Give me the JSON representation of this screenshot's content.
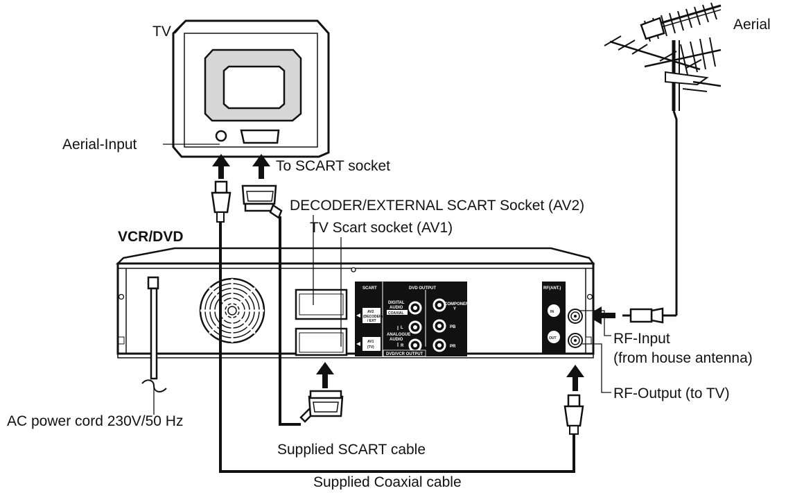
{
  "labels": {
    "tv": "TV",
    "aerial": "Aerial",
    "aerial_input": "Aerial-Input",
    "to_scart_socket": "To SCART socket",
    "decoder_scart": "DECODER/EXTERNAL SCART Socket (AV2)",
    "tv_scart": "TV Scart socket (AV1)",
    "vcr_dvd": "VCR/DVD",
    "rf_input": "RF-Input",
    "rf_input_sub": "(from house antenna)",
    "rf_output": "RF-Output (to TV)",
    "ac_power": "AC power cord 230V/50 Hz",
    "scart_cable": "Supplied SCART cable",
    "coax_cable": "Supplied Coaxial cable"
  },
  "panel": {
    "scart": "SCART",
    "dvd_output": "DVD OUTPUT",
    "av2": "AV2",
    "decoder": "(DECODER)",
    "ext": "/ EXT",
    "av1": "AV1",
    "tv": "(TV)",
    "digital": "DIGITAL",
    "audio": "AUDIO",
    "coaxial": "COAXIAL",
    "analogue": "ANALOGUE",
    "audio2": "AUDIO",
    "l": "L",
    "r": "R",
    "component": "COMPONENT",
    "y": "Y",
    "pb": "PB",
    "pr": "PR",
    "dvd_vcr_output": "DVD/VCR OUTPUT",
    "rf_ant": "RF(ANT.)",
    "in": "IN",
    "out": "OUT"
  }
}
